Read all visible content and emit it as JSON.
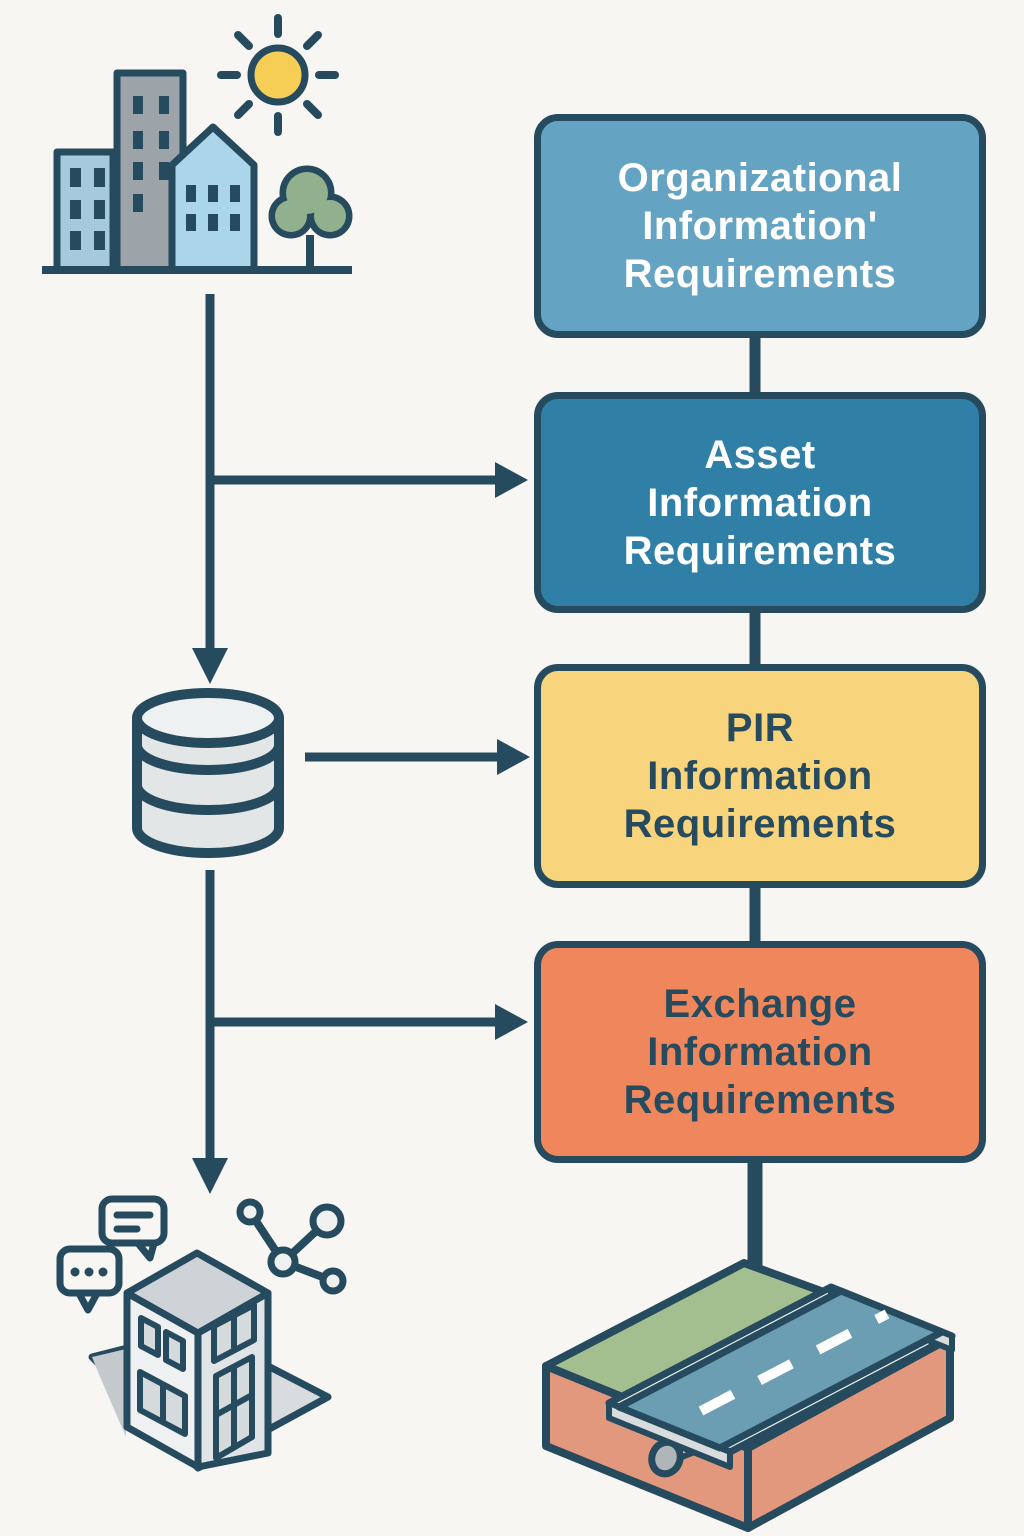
{
  "palette": {
    "background": "#F8F6F3",
    "outline": "#264A5E",
    "arrow": "#264A5E",
    "box_oir_fill": "#64A4C2",
    "box_air_fill": "#2F7FA7",
    "box_pir_fill": "#F8D47D",
    "box_eir_fill": "#F0875C",
    "text_light": "#FFFFFF",
    "text_dark": "#264A5E",
    "building_blue": "#A6C9DD",
    "building_gray": "#9CA3A9",
    "house_blue": "#ABD5E8",
    "tree_green": "#91B08D",
    "sun_yellow": "#F6CE55",
    "database_gray": "#E5E8E8",
    "iso_face_light": "#EEF0F1",
    "iso_face_shade": "#E0E4E6",
    "iso_roof_gray": "#CDD3D6",
    "grass_green": "#A3BF90",
    "road_blue": "#6B9DB3",
    "soil_salmon": "#E2987C",
    "curb_white": "#EFF1F1",
    "pipe_gray": "#B0B5B9"
  },
  "flowchart": {
    "boxes": [
      {
        "id": "organizational-information-requirements",
        "lines": [
          "Organizational",
          "Information'",
          "Requirements"
        ],
        "fill": "#64A4C2",
        "text_color": "#FFFFFF"
      },
      {
        "id": "asset-information-requirements",
        "lines": [
          "Asset",
          "Information",
          "Requirements"
        ],
        "fill": "#2F7FA7",
        "text_color": "#FFFFFF"
      },
      {
        "id": "pir-information-requirements",
        "lines": [
          "PIR",
          "Information",
          "Requirements"
        ],
        "fill": "#F8D47D",
        "text_color": "#264A5E"
      },
      {
        "id": "exchange-information-requirements",
        "lines": [
          "Exchange",
          "Information",
          "Requirements"
        ],
        "fill": "#F0875C",
        "text_color": "#264A5E"
      }
    ],
    "icons": [
      {
        "name": "city-icon",
        "description": "city skyline with two buildings, a pitched-roof house, sun and tree above a ground line"
      },
      {
        "name": "database-icon",
        "description": "three-tier database cylinder"
      },
      {
        "name": "building-model-icon",
        "description": "isometric BIM building model with two chat bubbles and a network-node symbol"
      },
      {
        "name": "road-terrain-icon",
        "description": "isometric terrain block with grass, a blue road with dashed lane markings and a culvert pipe"
      }
    ],
    "edges": [
      {
        "from": "city-icon",
        "to": "database-icon",
        "type": "arrow"
      },
      {
        "from": "city-icon",
        "to": "asset-information-requirements",
        "type": "arrow"
      },
      {
        "from": "organizational-information-requirements",
        "to": "asset-information-requirements",
        "type": "line"
      },
      {
        "from": "asset-information-requirements",
        "to": "pir-information-requirements",
        "type": "line"
      },
      {
        "from": "database-icon",
        "to": "pir-information-requirements",
        "type": "arrow"
      },
      {
        "from": "database-icon",
        "to": "building-model-icon",
        "type": "arrow"
      },
      {
        "from": "database-icon",
        "to": "exchange-information-requirements",
        "type": "arrow"
      },
      {
        "from": "pir-information-requirements",
        "to": "exchange-information-requirements",
        "type": "line"
      },
      {
        "from": "exchange-information-requirements",
        "to": "road-terrain-icon",
        "type": "arrow"
      }
    ]
  }
}
